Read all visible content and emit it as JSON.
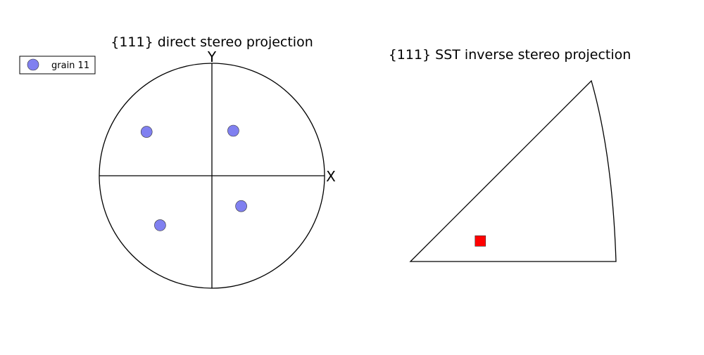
{
  "chart_data": [
    {
      "type": "scatter",
      "title": "{111} direct stereo projection",
      "xlabel": "X",
      "ylabel": "Y",
      "xlim": [
        -1,
        1
      ],
      "ylim": [
        -1,
        1
      ],
      "grid": false,
      "legend": {
        "placement": "top-left",
        "entries": [
          "grain 11"
        ]
      },
      "series": [
        {
          "name": "grain 11",
          "color": "#8080f0",
          "marker": "circle",
          "points": [
            {
              "x": -0.58,
              "y": 0.39
            },
            {
              "x": 0.19,
              "y": 0.4
            },
            {
              "x": -0.46,
              "y": -0.44
            },
            {
              "x": 0.26,
              "y": -0.27
            }
          ]
        }
      ]
    },
    {
      "type": "scatter",
      "title": "{111} SST inverse stereo projection",
      "grid": false,
      "series": [
        {
          "color": "#ff0000",
          "marker": "square",
          "points": [
            {
              "x": 0.34,
              "y": 0.1
            }
          ]
        }
      ]
    }
  ]
}
